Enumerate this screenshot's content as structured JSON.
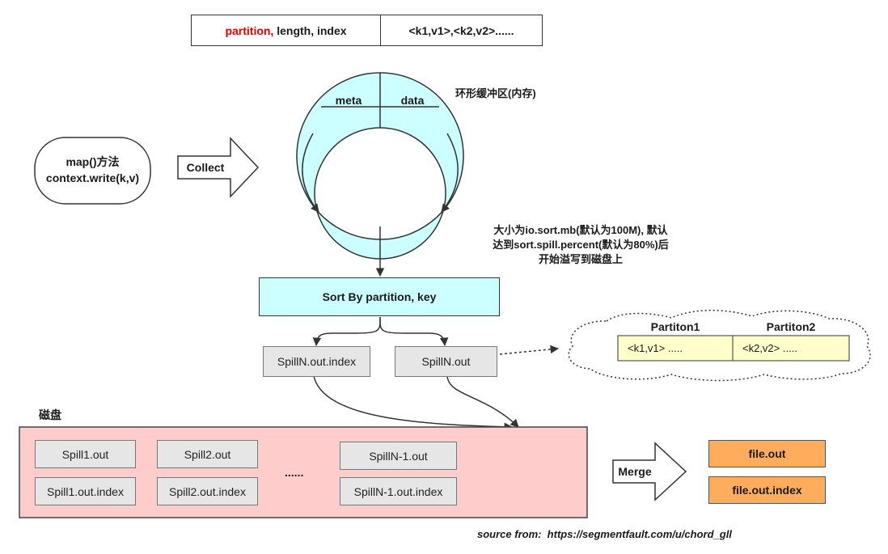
{
  "header": {
    "fields_highlight": "partition,",
    "fields_rest": " length, index",
    "data_part": "<k1,v1>,<k2,v2>......"
  },
  "ring": {
    "meta_label": "meta",
    "data_label": "data",
    "name_label": "环形缓冲区(内存)"
  },
  "map_node": {
    "line1": "map()方法",
    "line2": "context.write(k,v)"
  },
  "collect_label": "Collect",
  "spill_note": {
    "line1": "大小为io.sort.mb(默认为100M), 默认",
    "line2": "达到sort.spill.percent(默认为80%)后",
    "line3": "开始溢写到磁盘上"
  },
  "sort_label": "Sort By partition, key",
  "spill_index_label": "SpillN.out.index",
  "spill_out_label": "SpillN.out",
  "partition_cloud": {
    "p1_title": "Partiton1",
    "p2_title": "Partiton2",
    "p1_content": "<k1,v1> .....",
    "p2_content": "<k2,v2> ....."
  },
  "disk": {
    "label": "磁盘",
    "spill1_out": "Spill1.out",
    "spill1_index": "Spill1.out.index",
    "spill2_out": "Spill2.out",
    "spill2_index": "Spill2.out.index",
    "ellipsis": "......",
    "spillN1_out": "SpillN-1.out",
    "spillN1_index": "SpillN-1.out.index"
  },
  "merge_label": "Merge",
  "outputs": {
    "file_out": "file.out",
    "file_index": "file.out.index"
  },
  "source_note": "source from:  https://segmentfault.com/u/chord_gll",
  "colors": {
    "ring_fill": "#ccffff",
    "sort_fill": "#ccffff",
    "disk_fill": "#ffcccc",
    "partition_fill": "#ffffcc",
    "output_fill": "#ffad5c",
    "highlight_text": "#e00000"
  }
}
